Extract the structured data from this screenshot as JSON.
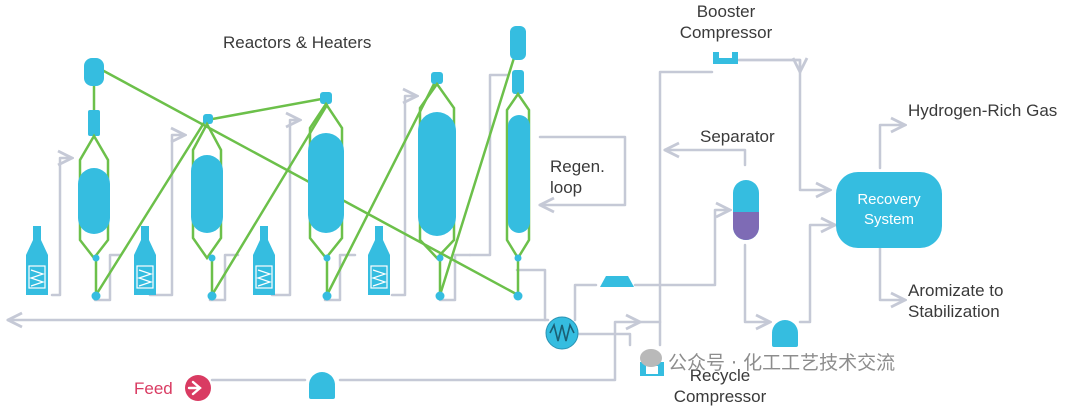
{
  "labels": {
    "reactors_heaters": "Reactors & Heaters",
    "booster_line1": "Booster",
    "booster_line2": "Compressor",
    "hydrogen": "Hydrogen-Rich Gas",
    "separator": "Separator",
    "regen_line1": "Regen.",
    "regen_line2": "loop",
    "recovery_line1": "Recovery",
    "recovery_line2": "System",
    "aromizate_line1": "Aromizate to",
    "aromizate_line2": "Stabilization",
    "feed": "Feed",
    "recycle_line1": "Recycle",
    "recycle_line2": "Compressor"
  },
  "watermark": {
    "text": "公众号 · 化工工艺技术交流"
  },
  "colors": {
    "vessel": "#35bde0",
    "pipe": "#c5c9d6",
    "catalyst_line": "#6cc04a",
    "separator_liquid": "#7e6bb5",
    "feed": "#d93b62",
    "text": "#3a3a3a"
  }
}
